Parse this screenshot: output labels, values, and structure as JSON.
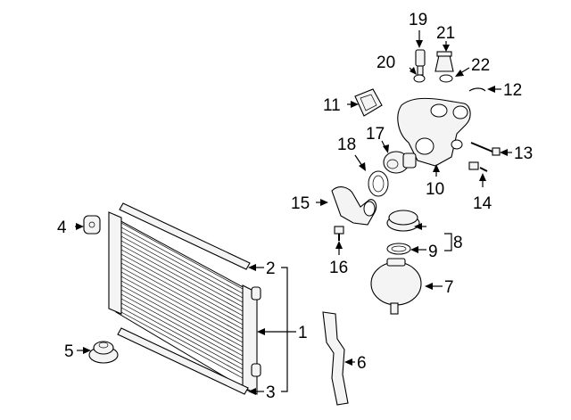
{
  "callouts": {
    "c1": "1",
    "c2": "2",
    "c3": "3",
    "c4": "4",
    "c5": "5",
    "c6": "6",
    "c7": "7",
    "c8": "8",
    "c9": "9",
    "c10": "10",
    "c11": "11",
    "c12": "12",
    "c13": "13",
    "c14": "14",
    "c15": "15",
    "c16": "16",
    "c17": "17",
    "c18": "18",
    "c19": "19",
    "c20": "20",
    "c21": "21",
    "c22": "22"
  },
  "colors": {
    "line": "#000000",
    "part_fill": "#f4f4f4",
    "background": "#ffffff"
  }
}
